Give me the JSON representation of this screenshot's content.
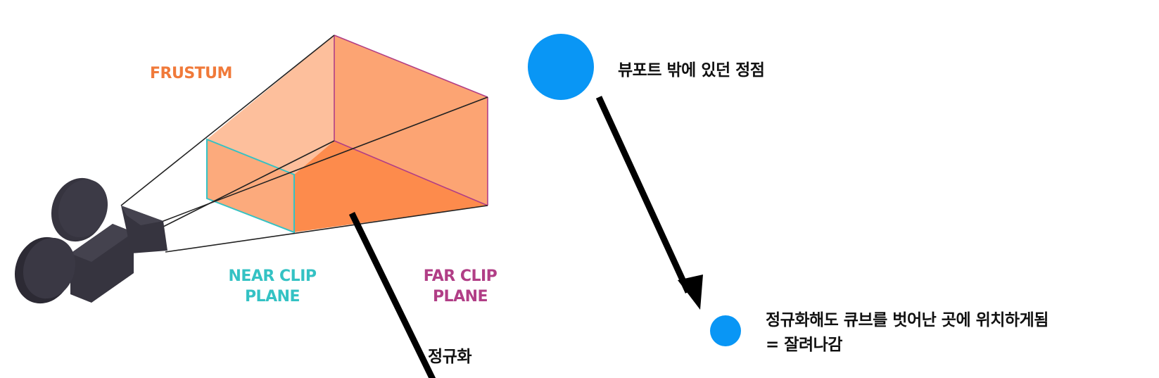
{
  "labels": {
    "frustum": "FRUSTUM",
    "near_clip_line1": "NEAR CLIP",
    "near_clip_line2": "PLANE",
    "far_clip_line1": "FAR CLIP",
    "far_clip_line2": "PLANE",
    "normalize": "정규화",
    "vertex_outside": "뷰포트 밖에 있던 정점",
    "result_line1": "정규화해도 큐브를 벗어난 곳에 위치하게됨",
    "result_line2": "= 잘려나감"
  },
  "colors": {
    "frustum_text": "#f07a3a",
    "near_plane": "#34c2c4",
    "far_plane": "#b13e86",
    "vertex_dot": "#0996f5",
    "camera": "#36343f",
    "arrow": "#000000"
  }
}
